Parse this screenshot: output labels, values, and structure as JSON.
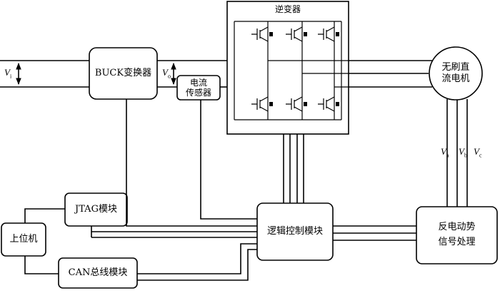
{
  "blocks": {
    "buck": "BUCK变换器",
    "current_sensor_line1": "电流",
    "current_sensor_line2": "传感器",
    "inverter": "逆变器",
    "motor_line1": "无刷直",
    "motor_line2": "流电机",
    "logic_control": "逻辑控制模块",
    "back_emf_line1": "反电动势",
    "back_emf_line2": "信号处理",
    "jtag": "JTAG模块",
    "host": "上位机",
    "can": "CAN总线模块"
  },
  "signals": {
    "vi": "V",
    "vi_sub": "i",
    "vo": "V",
    "vo_sub": "o",
    "va": "V",
    "va_sub": "a",
    "vb": "V",
    "vb_sub": "b",
    "vc": "V",
    "vc_sub": "c"
  }
}
